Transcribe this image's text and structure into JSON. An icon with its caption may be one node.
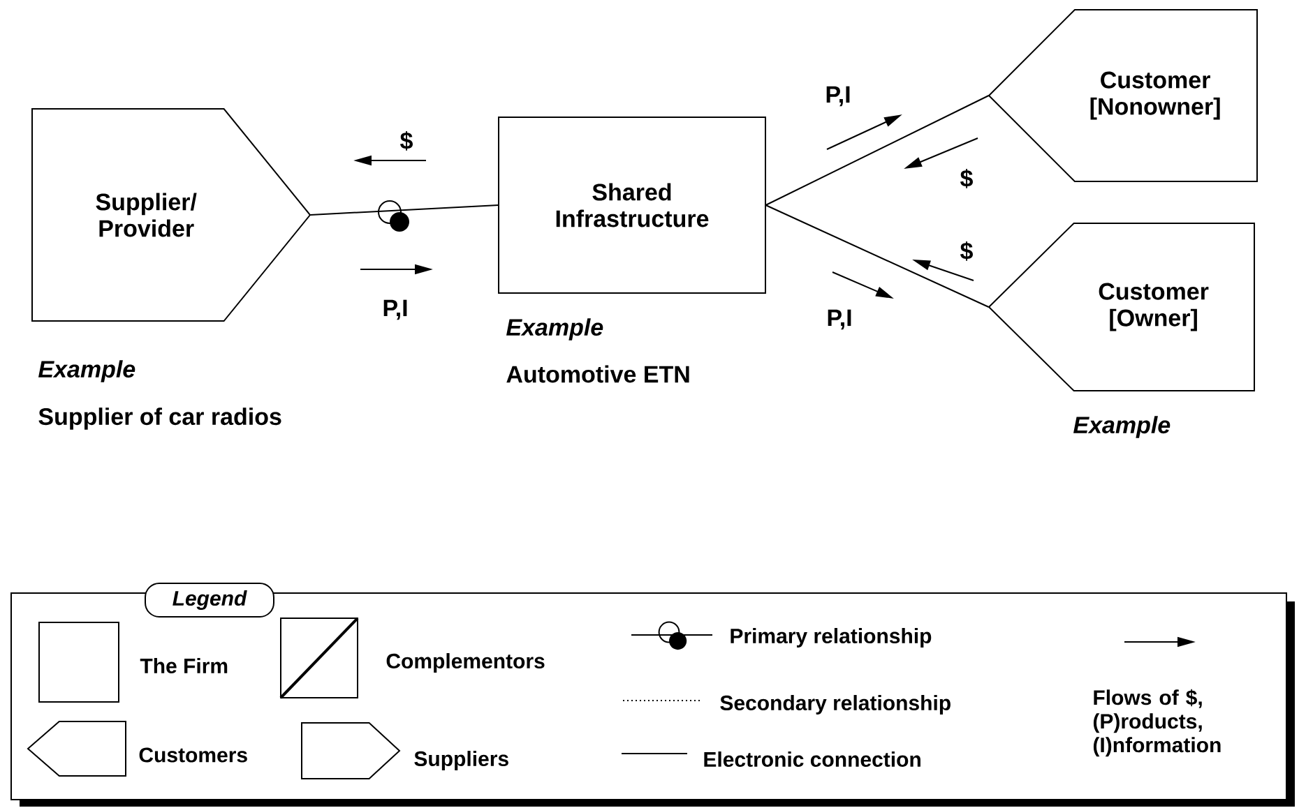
{
  "diagram": {
    "nodes": [
      {
        "text": [
          "Supplier/ Provider"
        ],
        "beside": [
          "Example",
          "Supplier of car radios"
        ]
      },
      {
        "text": [
          "Shared Infrastructure"
        ],
        "beside": [
          "Example",
          "Automotive ETN"
        ]
      },
      {
        "text": [
          "Customer [Nonowner]"
        ]
      },
      {
        "text": [
          "Customer [Owner]"
        ],
        "beside": [
          "Example"
        ]
      }
    ],
    "edges": [
      {
        "from": 0,
        "to": 1,
        "arrow": "none"
      },
      {
        "from": 1,
        "to": 2,
        "arrow": "none"
      },
      {
        "from": 1,
        "to": 3,
        "arrow": "none"
      }
    ],
    "labels": [
      "$",
      "P,I",
      "P,I",
      "$",
      "$",
      "P,I",
      "Legend"
    ],
    "legend": [
      {
        "text": "The Firm"
      },
      {
        "text": "Complementors"
      },
      {
        "text": "Customers"
      },
      {
        "text": "Suppliers"
      },
      {
        "text": "Primary relationship"
      },
      {
        "text": "Secondary relationship"
      },
      {
        "text": "Electronic connection"
      },
      {
        "text": "Flows of $, (P)roducts, (I)nformation"
      }
    ]
  }
}
